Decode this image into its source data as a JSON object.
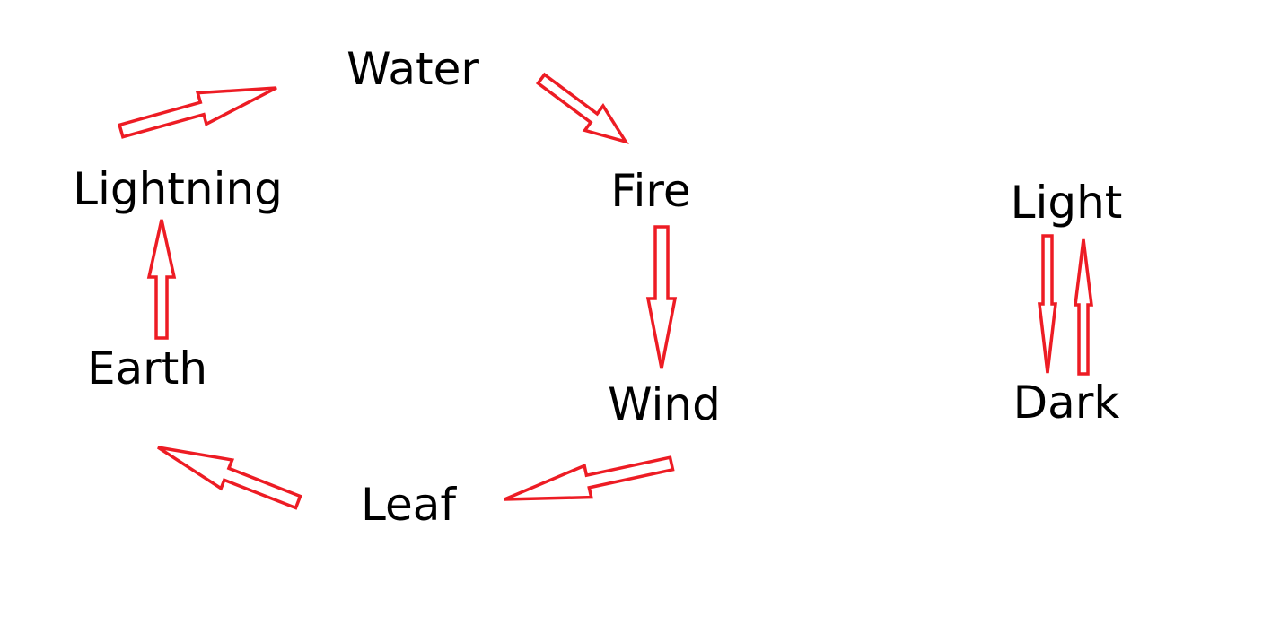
{
  "diagram": {
    "nodes": {
      "water": "Water",
      "fire": "Fire",
      "wind": "Wind",
      "leaf": "Leaf",
      "earth": "Earth",
      "lightning": "Lightning",
      "light": "Light",
      "dark": "Dark"
    },
    "edges": [
      {
        "from": "Water",
        "to": "Fire"
      },
      {
        "from": "Fire",
        "to": "Wind"
      },
      {
        "from": "Wind",
        "to": "Leaf"
      },
      {
        "from": "Leaf",
        "to": "Earth"
      },
      {
        "from": "Earth",
        "to": "Lightning"
      },
      {
        "from": "Lightning",
        "to": "Water"
      },
      {
        "from": "Light",
        "to": "Dark"
      },
      {
        "from": "Dark",
        "to": "Light"
      }
    ],
    "arrow_color": "#ed1c24",
    "text_color": "#000000"
  }
}
